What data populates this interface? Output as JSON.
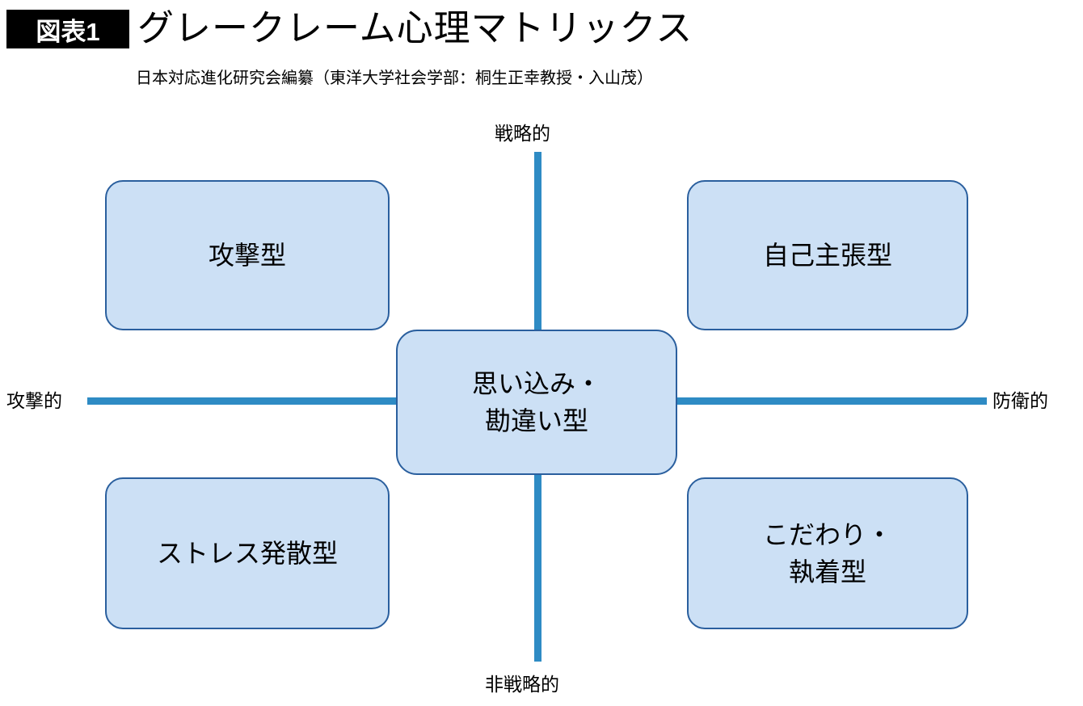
{
  "header": {
    "badge": "図表1",
    "title": "グレークレーム心理マトリックス",
    "subtitle": "日本対応進化研究会編纂（東洋大学社会学部：桐生正幸教授・入山茂）"
  },
  "axes": {
    "top_label": "戦略的",
    "bottom_label": "非戦略的",
    "left_label": "攻撃的",
    "right_label": "防衛的"
  },
  "boxes": {
    "upper_left": "攻撃型",
    "upper_right": "自己主張型",
    "center": "思い込み・\n勘違い型",
    "lower_left": "ストレス発散型",
    "lower_right": "こだわり・\n執着型"
  },
  "colors": {
    "box_fill": "#cce0f5",
    "box_border": "#2a5f9e",
    "axis_line": "#2e8bc4",
    "badge_bg": "#000000",
    "badge_text": "#ffffff",
    "text": "#000000",
    "background": "#ffffff"
  },
  "chart_data": {
    "type": "diagram",
    "title": "グレークレーム心理マトリックス",
    "subtitle": "日本対応進化研究会編纂（東洋大学社会学部：桐生正幸教授・入山茂）",
    "xlabel_left": "攻撃的",
    "xlabel_right": "防衛的",
    "ylabel_top": "戦略的",
    "ylabel_bottom": "非戦略的",
    "quadrants": [
      {
        "position": "upper-left",
        "x": "攻撃的",
        "y": "戦略的",
        "label": "攻撃型"
      },
      {
        "position": "upper-right",
        "x": "防衛的",
        "y": "戦略的",
        "label": "自己主張型"
      },
      {
        "position": "lower-left",
        "x": "攻撃的",
        "y": "非戦略的",
        "label": "ストレス発散型"
      },
      {
        "position": "lower-right",
        "x": "防衛的",
        "y": "非戦略的",
        "label": "こだわり・執着型"
      },
      {
        "position": "center",
        "x": "中間",
        "y": "中間",
        "label": "思い込み・勘違い型"
      }
    ],
    "grid": false,
    "legend": "none"
  }
}
